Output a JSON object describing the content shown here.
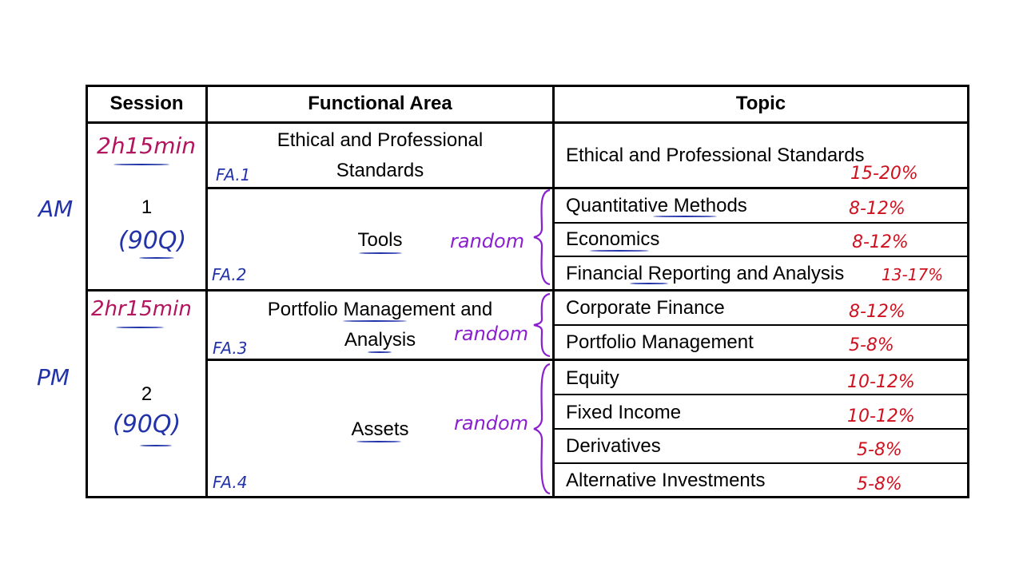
{
  "headers": {
    "session": "Session",
    "functional_area": "Functional Area",
    "topic": "Topic"
  },
  "sessions": [
    {
      "number": "1",
      "questions_note": "(90Q)",
      "duration_note": "2h15min",
      "period_note": "AM"
    },
    {
      "number": "2",
      "questions_note": "(90Q)",
      "duration_note": "2hr15min",
      "period_note": "PM"
    }
  ],
  "functional_areas": [
    {
      "label_line1": "Ethical and Professional",
      "label_line2": "Standards",
      "code_note": "FA.1",
      "random_note": ""
    },
    {
      "label_line1": "Tools",
      "label_line2": "",
      "code_note": "FA.2",
      "random_note": "random"
    },
    {
      "label_line1": "Portfolio Management and",
      "label_line2": "Analysis",
      "code_note": "FA.3",
      "random_note": "random"
    },
    {
      "label_line1": "Assets",
      "label_line2": "",
      "code_note": "FA.4",
      "random_note": "random"
    }
  ],
  "topics": [
    {
      "name": "Ethical and Professional Standards",
      "weight_note": "15-20%"
    },
    {
      "name": "Quantitative Methods",
      "weight_note": "8-12%"
    },
    {
      "name": "Economics",
      "weight_note": "8-12%"
    },
    {
      "name": "Financial Reporting and Analysis",
      "weight_note": "13-17%"
    },
    {
      "name": "Corporate Finance",
      "weight_note": "8-12%"
    },
    {
      "name": "Portfolio Management",
      "weight_note": "5-8%"
    },
    {
      "name": "Equity",
      "weight_note": "10-12%"
    },
    {
      "name": "Fixed Income",
      "weight_note": "10-12%"
    },
    {
      "name": "Derivatives",
      "weight_note": "5-8%"
    },
    {
      "name": "Alternative Investments",
      "weight_note": "5-8%"
    }
  ],
  "colors": {
    "ink_blue": "#2233aa",
    "ink_purple": "#8a1fcf",
    "ink_red": "#d0101e",
    "ink_magenta": "#b3145e"
  }
}
